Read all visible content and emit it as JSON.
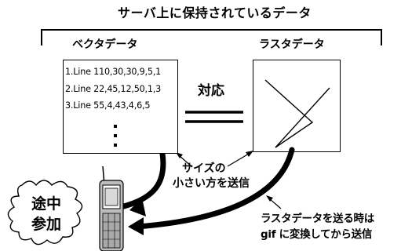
{
  "title": "サーバ上に保持されているデータ",
  "vector": {
    "label": "ベクタデータ",
    "lines": [
      "1.Line 110,30,30,9,5,1",
      "2.Line 22,45,12,50,1,3",
      "3.Line 55,4,43,4,6,5"
    ]
  },
  "raster": {
    "label": "ラスタデータ"
  },
  "correspondence_label": "対応",
  "size_note": [
    "サイズの",
    "小さい方を送信"
  ],
  "gif_note": [
    "ラスタデータを送る時は",
    "gif に変換してから送信"
  ],
  "join_badge": [
    "途中",
    "参加"
  ]
}
